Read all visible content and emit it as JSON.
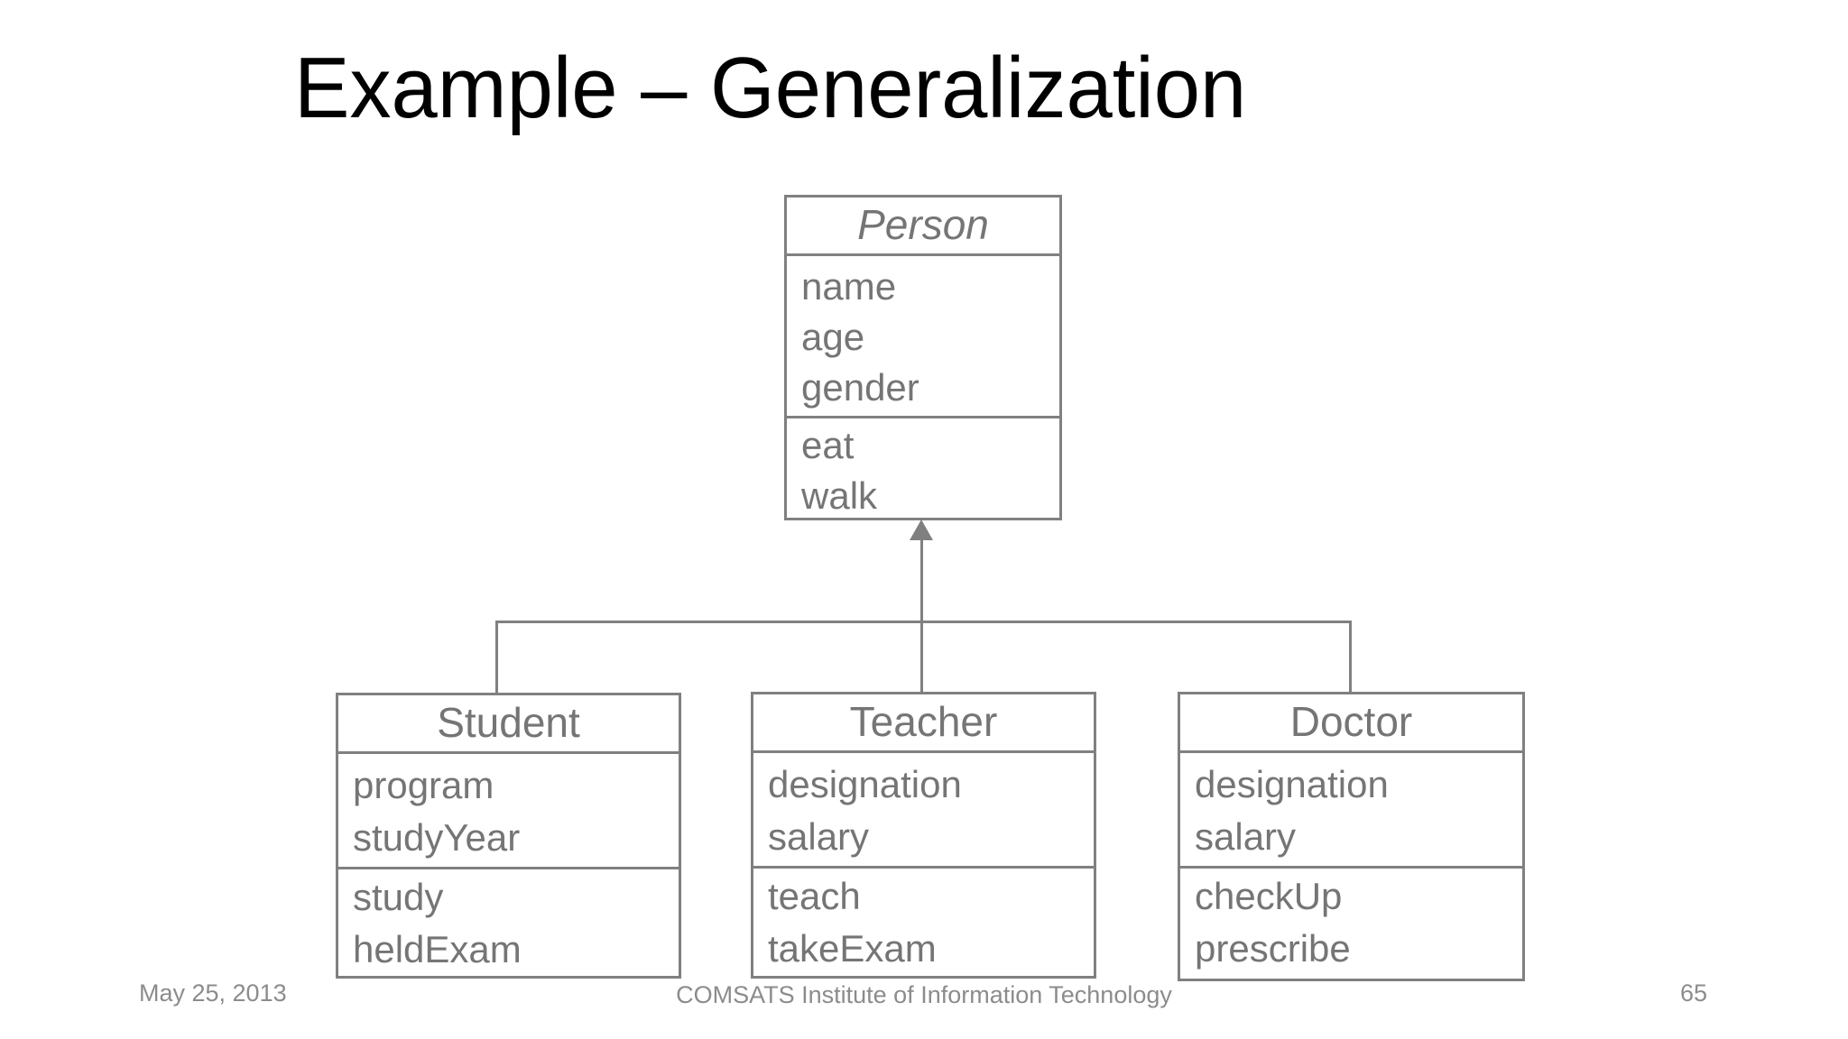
{
  "slide": {
    "title": "Example – Generalization",
    "footer": {
      "date": "May 25, 2013",
      "institution": "COMSATS Institute of Information Technology",
      "page_number": "65"
    },
    "colors": {
      "line": "#808080",
      "text": "#757575",
      "footer_text": "#8C8C8C",
      "title": "#000000",
      "background": "#FFFFFF"
    }
  },
  "diagram": {
    "type": "uml-class-generalization",
    "relationship": {
      "kind": "generalization",
      "arrow": "filled-triangle-pointing-up-to-parent"
    },
    "parent": {
      "name": "Person",
      "attributes": [
        "name",
        "age",
        "gender"
      ],
      "methods": [
        "eat",
        "walk"
      ]
    },
    "children": [
      {
        "name": "Student",
        "attributes": [
          "program",
          "studyYear"
        ],
        "methods": [
          "study",
          "heldExam"
        ]
      },
      {
        "name": "Teacher",
        "attributes": [
          "designation",
          "salary"
        ],
        "methods": [
          "teach",
          "takeExam"
        ]
      },
      {
        "name": "Doctor",
        "attributes": [
          "designation",
          "salary"
        ],
        "methods": [
          "checkUp",
          "prescribe"
        ]
      }
    ]
  }
}
